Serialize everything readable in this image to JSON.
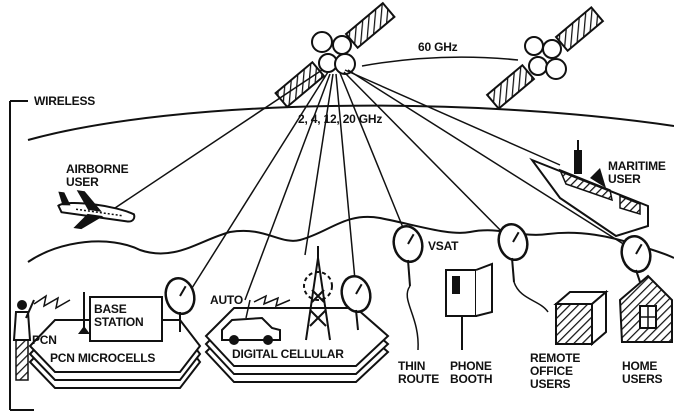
{
  "labels": {
    "freq_60": "60 GHz",
    "freq_band": "2, 4, 12, 20 GHz",
    "wireless": "WIRELESS",
    "airborne": "AIRBORNE\nUSER",
    "maritime": "MARITIME\nUSER",
    "vsat": "VSAT",
    "auto": "AUTO",
    "pcn": "PCN",
    "base_station": "BASE\nSTATION",
    "pcn_microcells": "PCN MICROCELLS",
    "digital_cellular": "DIGITAL CELLULAR",
    "thin_route": "THIN\nROUTE",
    "phone_booth": "PHONE\nBOOTH",
    "remote_office": "REMOTE\nOFFICE\nUSERS",
    "home_users": "HOME\nUSERS"
  },
  "colors": {
    "ink": "#111111",
    "paper": "#ffffff"
  },
  "icons": [
    "satellite-icon",
    "airplane-icon",
    "ship-icon",
    "dish-antenna-icon",
    "cell-tower-icon",
    "car-icon",
    "phone-booth-icon",
    "office-building-icon",
    "house-icon",
    "person-icon"
  ]
}
